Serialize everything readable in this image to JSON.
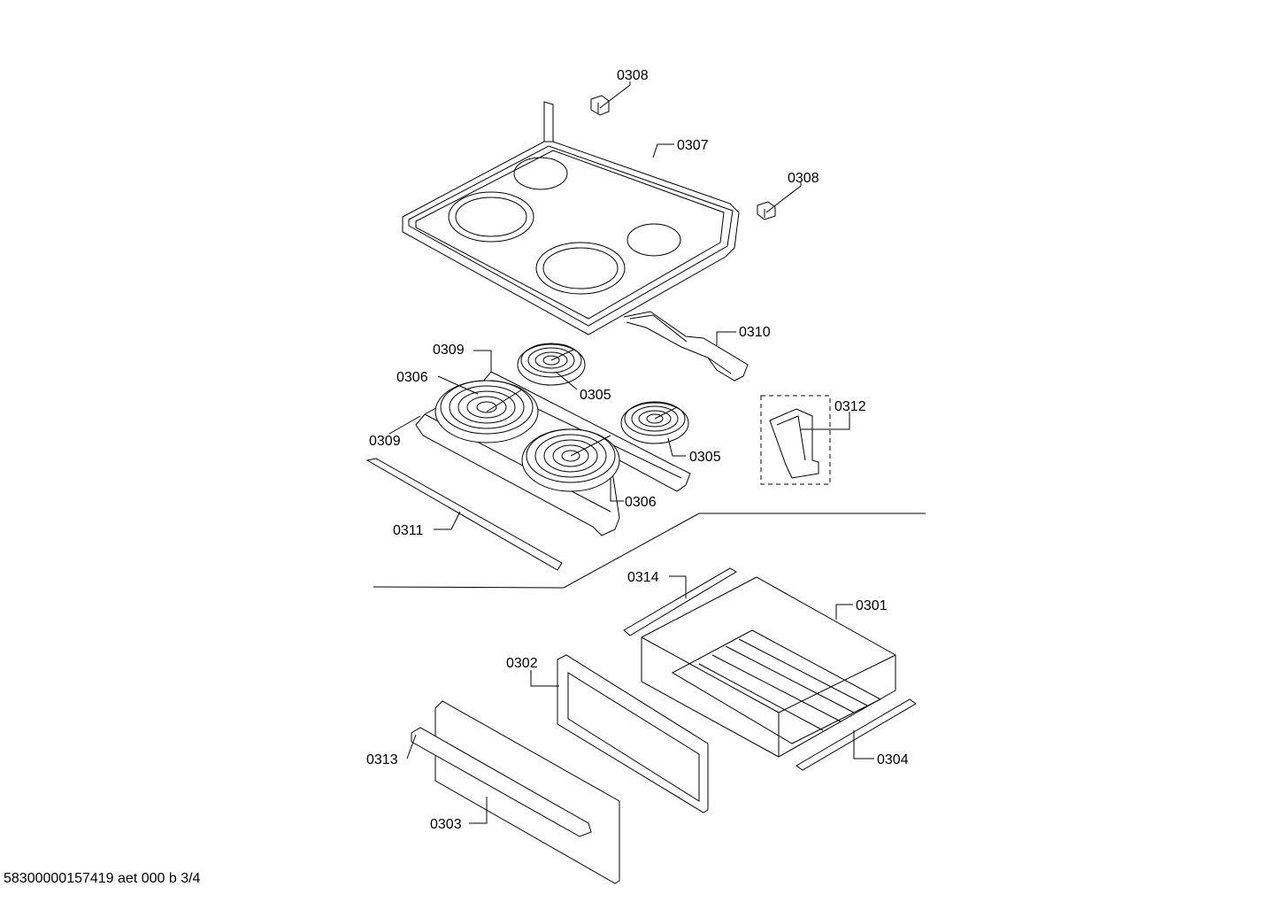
{
  "callouts": {
    "p0308a": "0308",
    "p0307": "0307",
    "p0308b": "0308",
    "p0310": "0310",
    "p0309a": "0309",
    "p0306a": "0306",
    "p0305a": "0305",
    "p0309b": "0309",
    "p0305b": "0305",
    "p0312": "0312",
    "p0306b": "0306",
    "p0311": "0311",
    "p0314": "0314",
    "p0301": "0301",
    "p0302": "0302",
    "p0313": "0313",
    "p0304": "0304",
    "p0303": "0303"
  },
  "footer": "58300000157419 aet 000 b 3/4"
}
